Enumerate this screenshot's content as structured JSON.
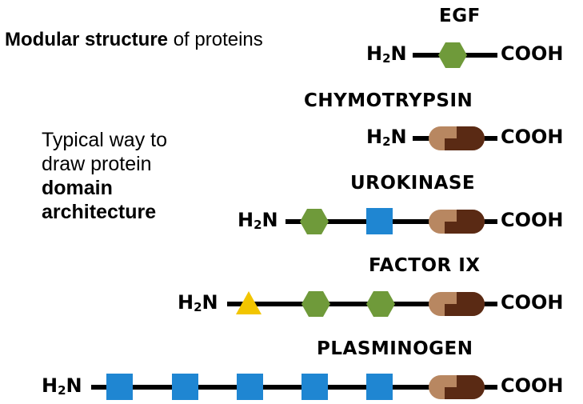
{
  "title": {
    "bold": "Modular structure",
    "rest": " of proteins"
  },
  "side_note": {
    "line1": "Typical way to",
    "line2": "draw protein",
    "bold1": "domain",
    "bold2": "architecture"
  },
  "terminals": {
    "n_prefix": "H",
    "n_sub": "2",
    "n_suffix": "N",
    "c": "COOH"
  },
  "proteins": [
    {
      "name": "EGF",
      "domains": [
        "hexagon"
      ]
    },
    {
      "name": "CHYMOTRYPSIN",
      "domains": [
        "protease"
      ]
    },
    {
      "name": "UROKINASE",
      "domains": [
        "hexagon",
        "square",
        "protease"
      ]
    },
    {
      "name": "FACTOR IX",
      "domains": [
        "triangle",
        "hexagon",
        "hexagon",
        "protease"
      ]
    },
    {
      "name": "PLASMINOGEN",
      "domains": [
        "square",
        "square",
        "square",
        "square",
        "square",
        "protease"
      ]
    }
  ],
  "colors": {
    "hexagon": "#6f9a3a",
    "square": "#1f86d2",
    "triangle": "#f2c500",
    "protease_light": "#b88761",
    "protease_dark": "#5a2a14",
    "line": "#000000"
  }
}
